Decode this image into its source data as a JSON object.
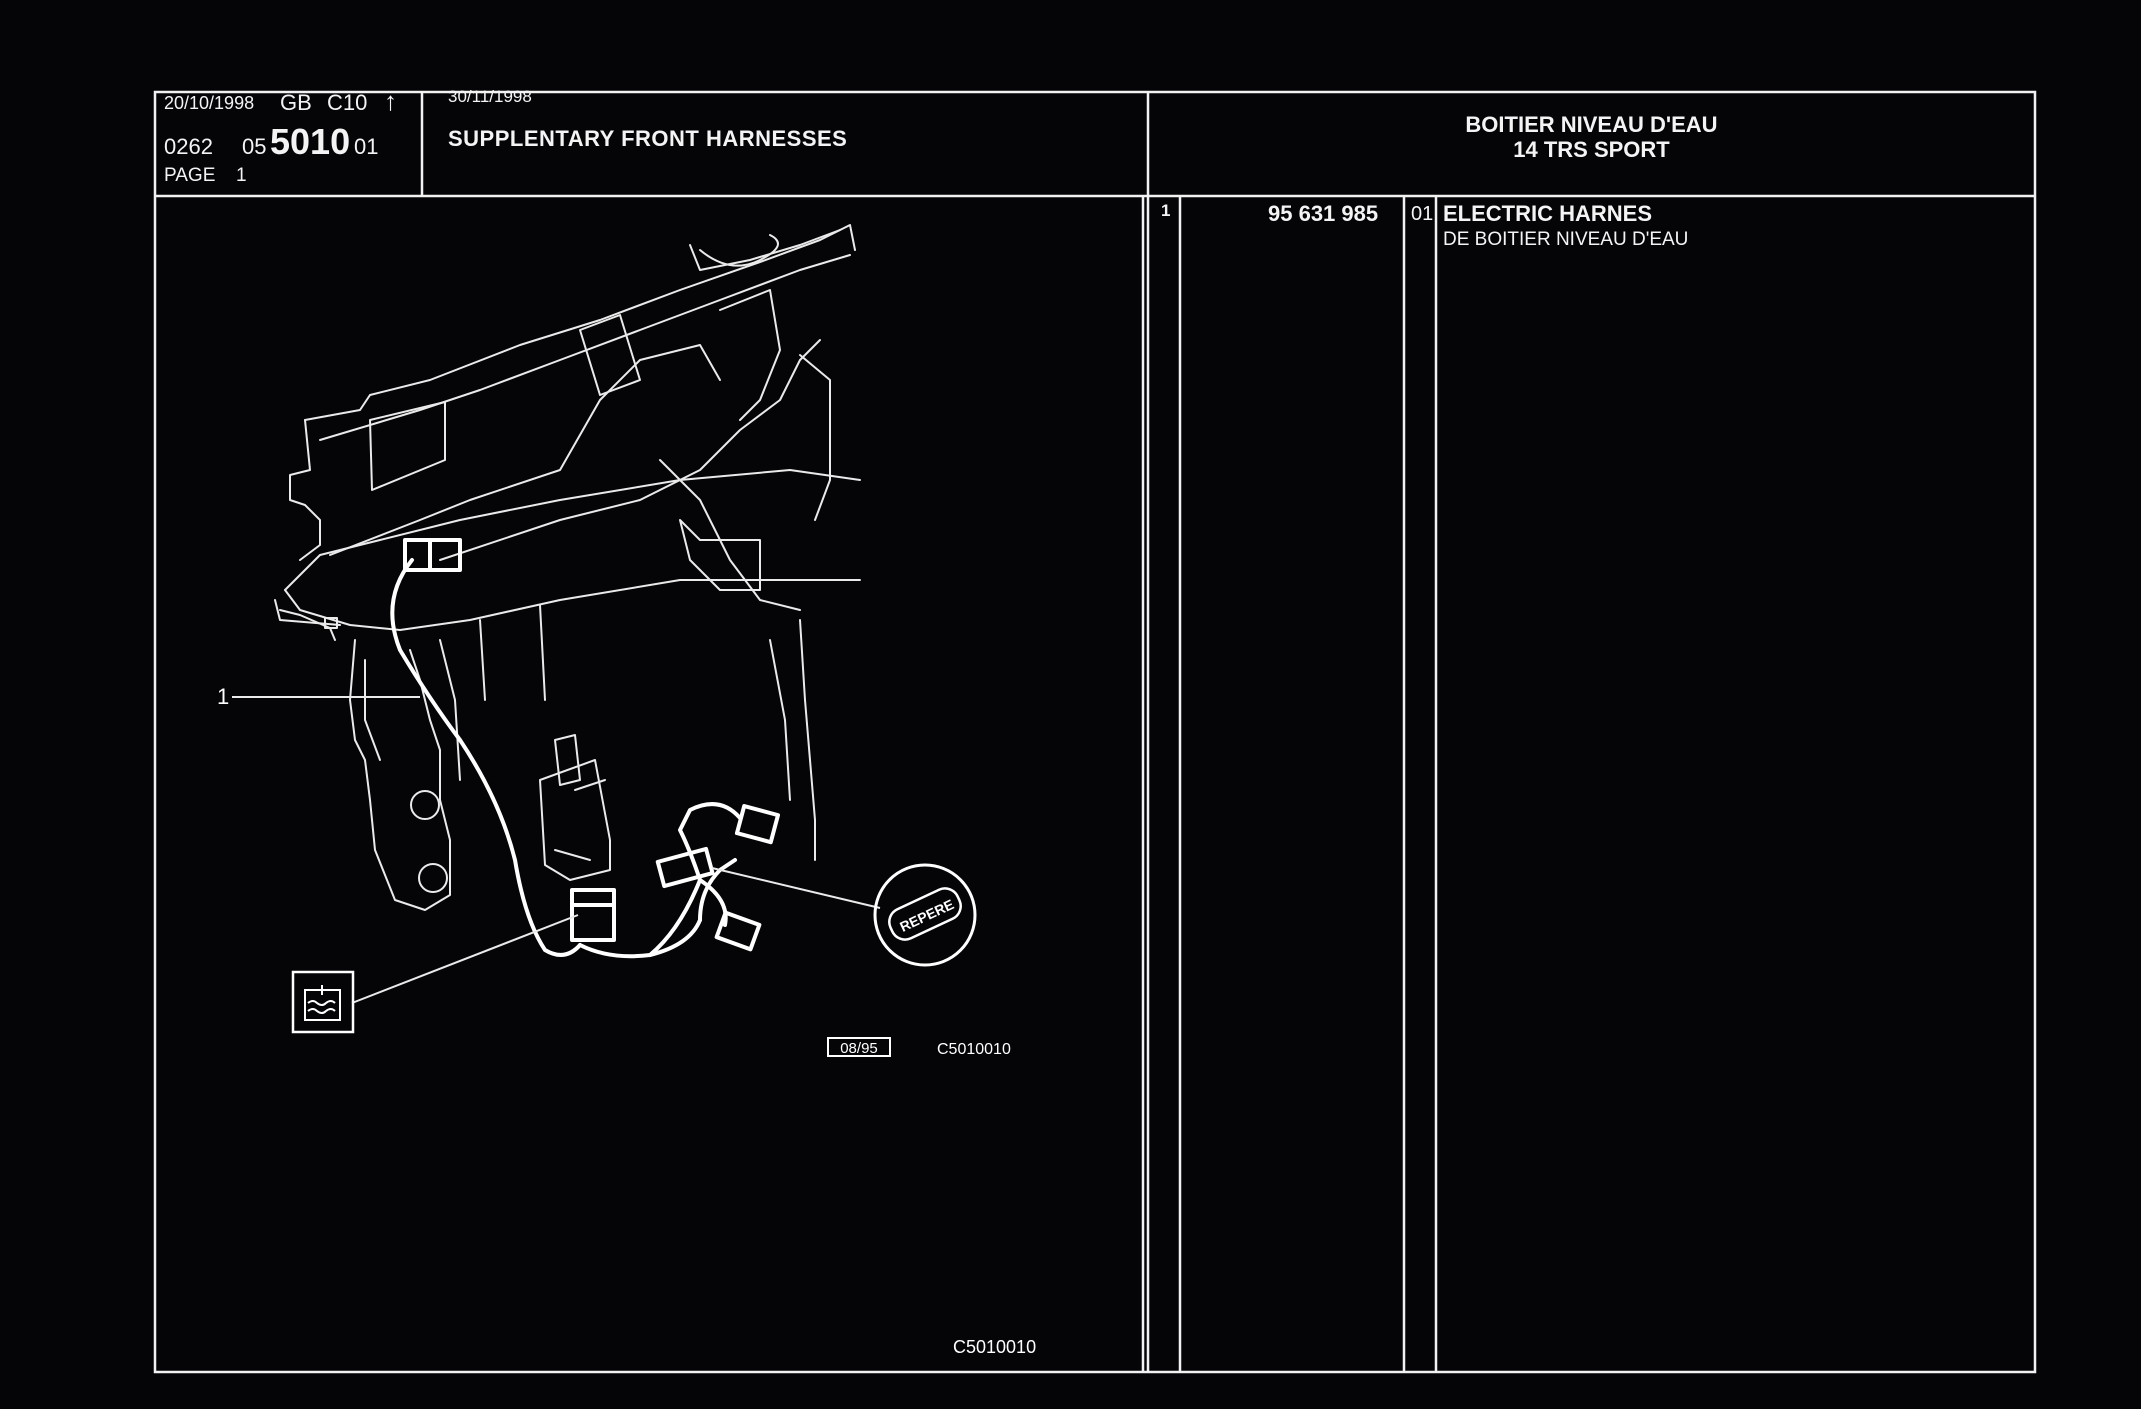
{
  "header": {
    "date_issue": "20/10/1998",
    "country": "GB",
    "vehicle_code": "C10",
    "arrow_symbol": "↑",
    "catalog_prefix": "0262",
    "group": "05",
    "plate": "5010",
    "version": "01",
    "page_label": "PAGE",
    "page_number": "1",
    "date_update": "30/11/1998",
    "title": "SUPPLENTARY FRONT HARNESSES",
    "subtitle_line1": "BOITIER NIVEAU D'EAU",
    "subtitle_line2": "14 TRS SPORT"
  },
  "parts": [
    {
      "ref": "1",
      "part_number": "95 631 985",
      "qty": "01",
      "name": "ELECTRIC HARNES",
      "description": "DE BOITIER NIVEAU D'EAU"
    }
  ],
  "drawing": {
    "callout_1": "1",
    "repere_label": "REPERE",
    "date_box": "08/95",
    "drawing_code": "C5010010",
    "drawing_code_footer": "C5010010",
    "icon_water_level": "water-level-icon"
  },
  "colors": {
    "background": "#050508",
    "lines": "#ffffff"
  }
}
